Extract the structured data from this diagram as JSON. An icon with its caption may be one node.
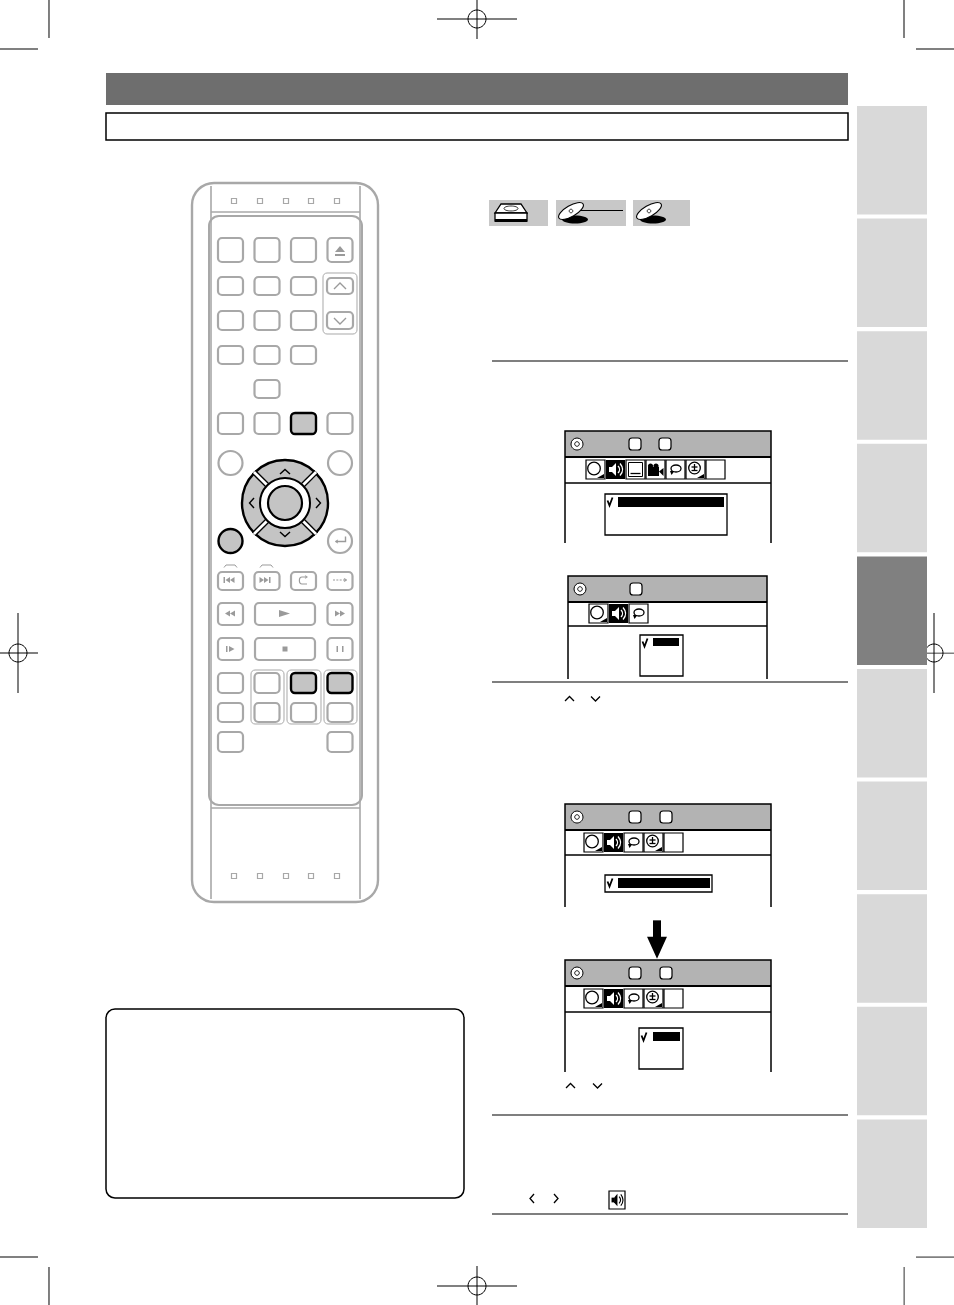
{
  "diagram": {
    "nodes": [
      {
        "text": [],
        "shape": "picture"
      },
      {
        "text": [],
        "shape": "picture"
      },
      {
        "text": [],
        "shape": "picture"
      },
      {
        "text": [],
        "shape": "picture"
      },
      {
        "text": [],
        "shape": "box"
      },
      {
        "text": [],
        "shape": "box"
      },
      {
        "text": [],
        "shape": "box"
      },
      {
        "text": [],
        "shape": "box"
      },
      {
        "text": [],
        "shape": "box"
      },
      {
        "text": [],
        "shape": "box"
      },
      {
        "text": [],
        "shape": "box"
      },
      {
        "text": [],
        "shape": "box"
      },
      {
        "text": [],
        "shape": "box"
      },
      {
        "text": [],
        "shape": "box"
      },
      {
        "text": [],
        "shape": "box"
      }
    ],
    "edges": [
      {
        "from": 2,
        "to": 3,
        "arrow": "to"
      }
    ]
  }
}
